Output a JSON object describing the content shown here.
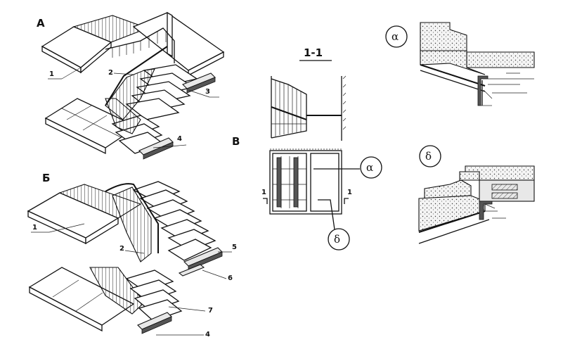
{
  "figures": {
    "a": {
      "label": "А",
      "callouts": [
        "1",
        "2",
        "3",
        "4"
      ]
    },
    "b": {
      "label": "Б",
      "callouts": [
        "1",
        "2",
        "5",
        "6",
        "7",
        "4"
      ]
    },
    "v": {
      "label": "В"
    },
    "section": {
      "label": "1-1",
      "marks": [
        "1",
        "1"
      ]
    },
    "detail_alpha": {
      "label": "α"
    },
    "detail_delta": {
      "label": "δ"
    }
  }
}
